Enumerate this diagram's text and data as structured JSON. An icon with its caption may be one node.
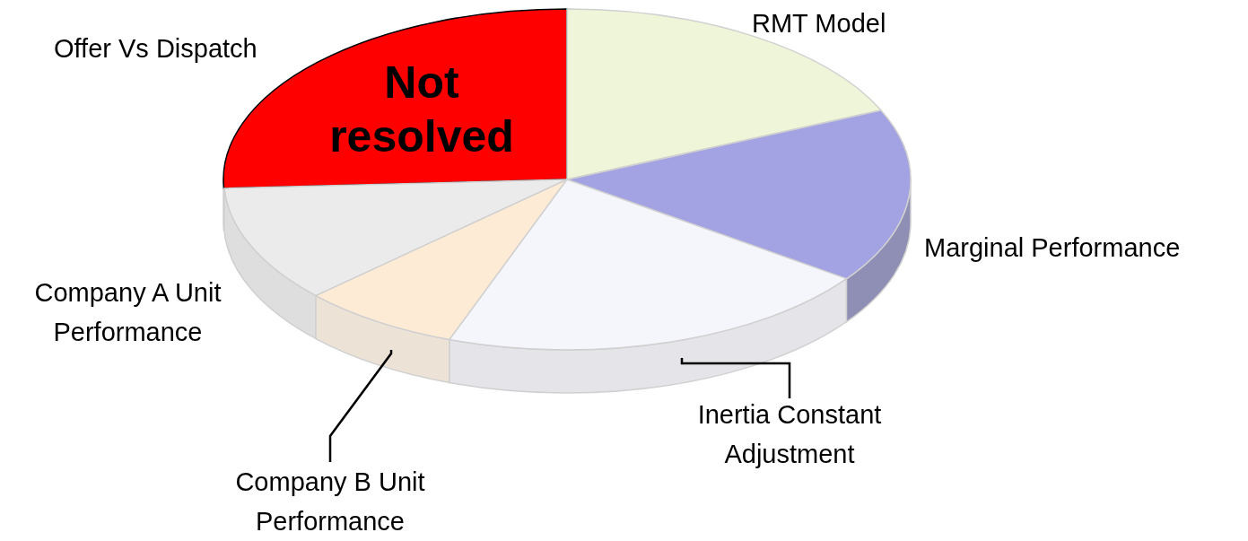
{
  "diagram": {
    "nodes": [
      {
        "text": [
          "Not resolved"
        ]
      },
      {
        "text": [],
        "shape": "slice"
      },
      {
        "text": [],
        "shape": "slice"
      },
      {
        "text": [
          "Inertia Constant Adjustment"
        ]
      },
      {
        "text": [
          "Company B Unit Performance"
        ]
      }
    ],
    "edges": [
      {
        "from": 3,
        "to": 2,
        "arrow": "none"
      },
      {
        "from": 4,
        "to": 1,
        "arrow": "none"
      }
    ],
    "labels": [
      "Offer Vs Dispatch",
      "RMT Model",
      "Marginal Performance",
      "Company A Unit Performance"
    ]
  }
}
